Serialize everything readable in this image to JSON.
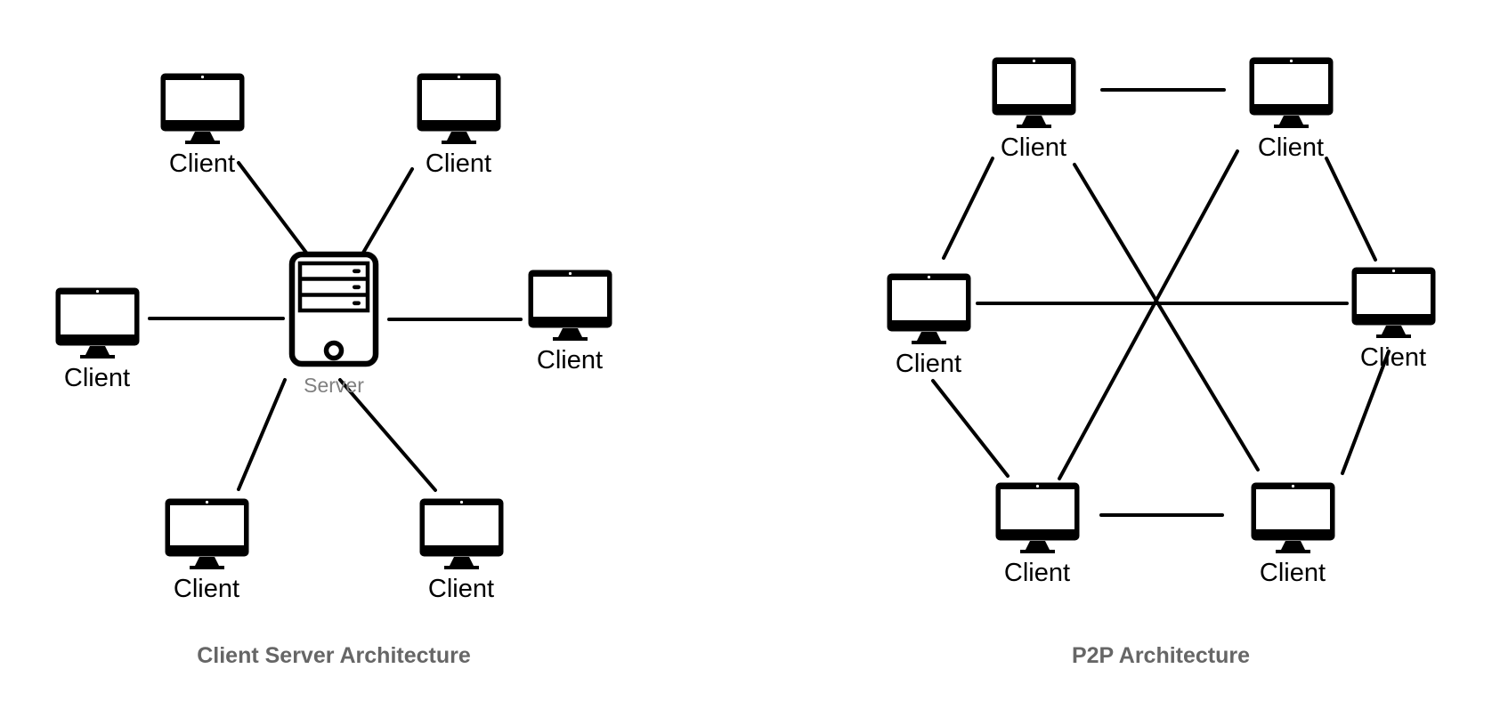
{
  "diagrams": {
    "client_server": {
      "caption": "Client Server Architecture",
      "server": {
        "label": "Server"
      },
      "clients": [
        {
          "position": "top-left",
          "label": "Client"
        },
        {
          "position": "top-right",
          "label": "Client"
        },
        {
          "position": "mid-left",
          "label": "Client"
        },
        {
          "position": "mid-right",
          "label": "Client"
        },
        {
          "position": "bottom-left",
          "label": "Client"
        },
        {
          "position": "bottom-right",
          "label": "Client"
        }
      ],
      "connections": [
        {
          "from": "client-top-left",
          "to": "server"
        },
        {
          "from": "client-top-right",
          "to": "server"
        },
        {
          "from": "client-mid-left",
          "to": "server"
        },
        {
          "from": "client-mid-right",
          "to": "server"
        },
        {
          "from": "client-bottom-left",
          "to": "server"
        },
        {
          "from": "client-bottom-right",
          "to": "server"
        }
      ]
    },
    "p2p": {
      "caption": "P2P Architecture",
      "clients": [
        {
          "position": "top-left",
          "label": "Client"
        },
        {
          "position": "top-right",
          "label": "Client"
        },
        {
          "position": "mid-left",
          "label": "Client"
        },
        {
          "position": "mid-right",
          "label": "Client"
        },
        {
          "position": "bottom-left",
          "label": "Client"
        },
        {
          "position": "bottom-right",
          "label": "Client"
        }
      ],
      "connections": [
        {
          "from": "client-top-left",
          "to": "client-top-right"
        },
        {
          "from": "client-top-left",
          "to": "client-mid-left"
        },
        {
          "from": "client-top-right",
          "to": "client-mid-right"
        },
        {
          "from": "client-mid-left",
          "to": "client-bottom-left"
        },
        {
          "from": "client-mid-right",
          "to": "client-bottom-right"
        },
        {
          "from": "client-bottom-left",
          "to": "client-bottom-right"
        },
        {
          "from": "client-mid-left",
          "to": "client-mid-right"
        },
        {
          "from": "client-top-left",
          "to": "client-bottom-right"
        },
        {
          "from": "client-top-right",
          "to": "client-bottom-left"
        }
      ]
    }
  },
  "colors": {
    "icon": "#000000",
    "line": "#000000",
    "client_label": "#000000",
    "server_label": "#808080",
    "caption": "#666666",
    "background": "#ffffff"
  }
}
